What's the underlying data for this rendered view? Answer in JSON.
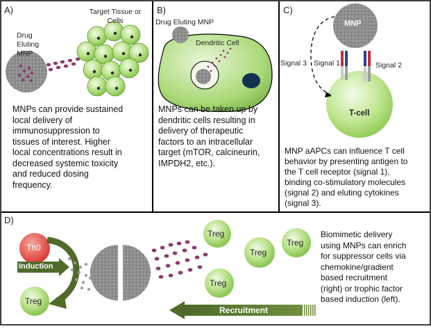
{
  "panel_a": {
    "letter": "A)",
    "mnp_label_lines": [
      "Drug",
      "Eluting",
      "MNP"
    ],
    "target_label_lines": [
      "Target Tissue or",
      "Cells"
    ],
    "description_lines": [
      "MNPs can provide sustained",
      "local delivery of",
      "immunosuppression to",
      "tissues of interest. Higher",
      "local concentrations result in",
      "decreased systemic toxicity",
      "and reduced dosing",
      "frequency."
    ]
  },
  "panel_b": {
    "letter": "B)",
    "mnp_label": "Drug Eluting MNP",
    "dc_label": "Dendritic Cell",
    "description_lines": [
      "MNPs can be taken up by",
      "dendritic cells resulting in",
      "delivery of therapeutic",
      "factors to an intracellular",
      "target (mTOR, calcineurin,",
      "IMPDH2, etc.)."
    ]
  },
  "panel_c": {
    "letter": "C)",
    "mnp_label": "MNP",
    "signal3": "Signal 3",
    "signal1": "Signal 1",
    "signal2": "Signal 2",
    "tcell_label": "T-cell",
    "description_lines": [
      "MNP aAPCs can influence T cell",
      "behavior by presenting antigen to",
      "the T cell receptor (signal 1),",
      "binding co-stimulatory molecules",
      "(signal 2) and eluting cytokines",
      "(signal 3)."
    ]
  },
  "panel_d": {
    "letter": "D)",
    "th0_label": "Th0",
    "treg_label": "Treg",
    "induction_label": "Induction",
    "recruitment_label": "Recruitment",
    "description_lines": [
      "Biomimetic delivery",
      "using MNPs can enrich",
      "for suppressor cells via",
      "chemokine/gradient",
      "based recruitment",
      "(right) or trophic factor",
      "based induction (left)."
    ]
  },
  "colors": {
    "mnp_gray": "#8c8c8c",
    "cell_green": "#a6d96a",
    "cell_green_light": "#dff3c8",
    "dark_green": "#4f6b2a",
    "th0_red": "#e0443a",
    "particle_purple": "#8d3a72",
    "signal_red": "#c8283c",
    "signal_blue": "#2d3e8f"
  }
}
